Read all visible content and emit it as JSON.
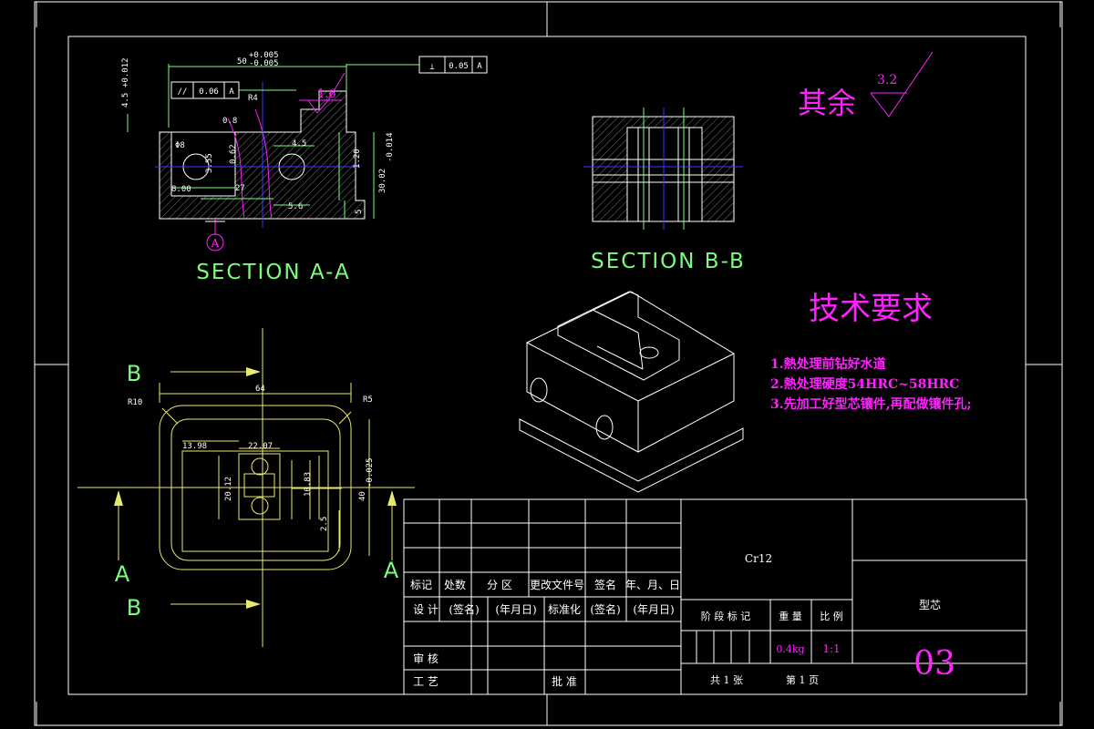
{
  "sections": {
    "a": "SECTION A-A",
    "b": "SECTION B-B"
  },
  "roughness": {
    "label": "其余",
    "value": "3.2",
    "local_value": "1.6"
  },
  "tech_requirements": {
    "title": "技术要求",
    "items": [
      "1.熱处理前钻好水道",
      "2.熱处理硬度54HRC~58HRC",
      "3.先加工好型芯镶件,再配做镶件孔;"
    ]
  },
  "view_markers": {
    "a": "A",
    "b": "B",
    "circled": "A"
  },
  "dimensions": {
    "width_50": "50",
    "tol_50_upper": "+0.005",
    "tol_50_lower": "-0.005",
    "perp_symbol": "⊥",
    "perp_value": "0.05",
    "perp_datum": "A",
    "par_symbol": "//",
    "par_value": "0.06",
    "par_datum": "A",
    "r4": "R4",
    "d08": "0.8",
    "h4": "4.5",
    "h4_tol": "+0.012",
    "d4_5": "4.5",
    "h1_20": "1.20",
    "h30": "30.02",
    "h30_tol": "-0.014",
    "h5": "5",
    "d8": "8.00",
    "d27": "27",
    "d5_6": "5.6",
    "phi8": "Φ8",
    "d0_62": "0.62",
    "d3_55": "3.55",
    "w64": "64",
    "r10": "R10",
    "r5": "R5",
    "d13_98": "13.98",
    "d22_07": "22.07",
    "d20_12": "20.12",
    "d10_83": "10.83",
    "d40": "40",
    "d40_tol": "-0.025",
    "d2_5": "2.5"
  },
  "title_block": {
    "material": "Cr12",
    "part_name": "型芯",
    "drawing_no": "03",
    "headers": [
      "标记",
      "处数",
      "分 区",
      "更改文件号",
      "签名",
      "年、月、日"
    ],
    "design": "设 计",
    "sign1": "(签名)",
    "date1": "(年月日)",
    "standard": "标准化",
    "sign2": "(签名)",
    "date2": "(年月日)",
    "stage_mark": "阶 段 标 记",
    "weight_label": "重 量",
    "scale_label": "比 例",
    "weight": "0.4kg",
    "scale": "1:1",
    "review": "审 核",
    "process": "工 艺",
    "approve": "批 准",
    "total_sheets": "共 1 张",
    "sheet_no": "第 1 页"
  }
}
